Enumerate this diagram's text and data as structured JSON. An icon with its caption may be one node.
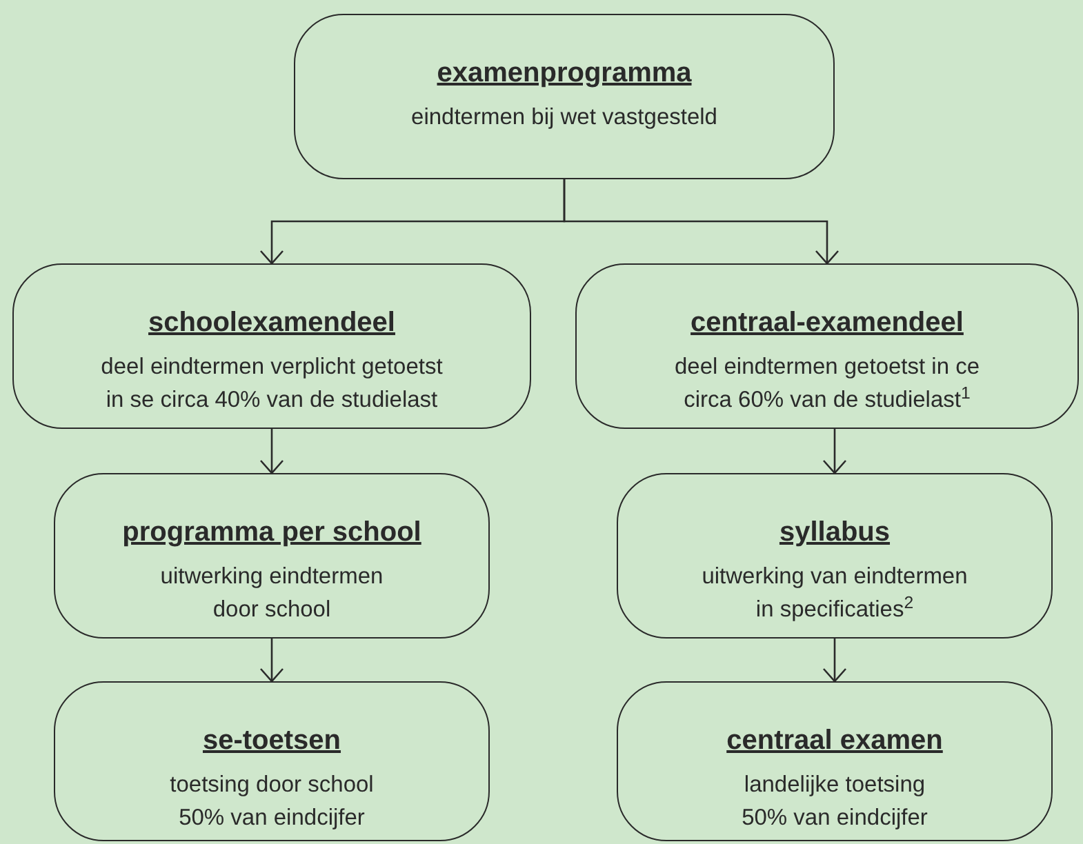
{
  "diagram": {
    "nodes": [
      {
        "text": [
          "examenprogramma",
          "eindtermen bij wet vastgesteld"
        ]
      },
      {
        "text": [
          "schoolexamendeel",
          "deel eindtermen verplicht getoetst in se circa 40% van de studielast"
        ]
      },
      {
        "text": [
          "centraal-examendeel",
          "deel eindtermen getoetst in ce circa 60% van de studielast$^{1}$"
        ]
      },
      {
        "text": [
          "programma per school",
          "uitwerking eindtermen door school"
        ]
      },
      {
        "text": [
          "syllabus",
          "uitwerking van eindtermen in specificaties$^{2}$"
        ]
      },
      {
        "text": [
          "se-toetsen",
          "toetsing door school 50% van eindcijfer"
        ]
      },
      {
        "text": [
          "centraal examen",
          "landelijke toetsing 50% van eindcijfer"
        ]
      }
    ],
    "edges": [
      {
        "from": 0,
        "to": 1,
        "arrow": "to"
      },
      {
        "from": 0,
        "to": 2,
        "arrow": "to"
      },
      {
        "from": 1,
        "to": 3,
        "arrow": "to"
      },
      {
        "from": 2,
        "to": 4,
        "arrow": "to"
      },
      {
        "from": 3,
        "to": 5,
        "arrow": "to"
      },
      {
        "from": 4,
        "to": 6,
        "arrow": "to"
      }
    ]
  }
}
